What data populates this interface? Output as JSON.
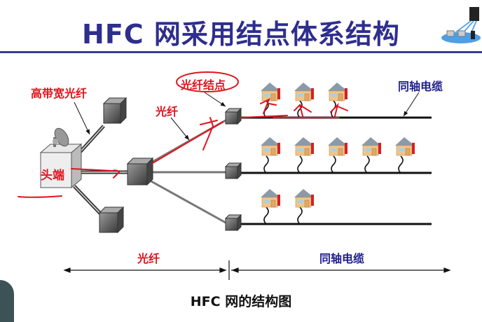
{
  "title": "HFC 网采用结点体系结构",
  "labels": {
    "high_bandwidth_fiber": "高带宽光纤",
    "fiber_node": "光纤结点",
    "fiber": "光纤",
    "coax_cable": "同轴电缆",
    "headend": "头端"
  },
  "span": {
    "left": "光纤",
    "right": "同轴电缆"
  },
  "caption": "HFC 网的结构图",
  "branches": [
    {
      "name": "coax-line-1",
      "houses": 3
    },
    {
      "name": "coax-line-2",
      "houses": 5
    },
    {
      "name": "coax-line-3",
      "houses": 2
    }
  ],
  "colors": {
    "title": "#2e2e8e",
    "annotation_red": "#e0141e",
    "label_blue": "#1f1f8a"
  }
}
